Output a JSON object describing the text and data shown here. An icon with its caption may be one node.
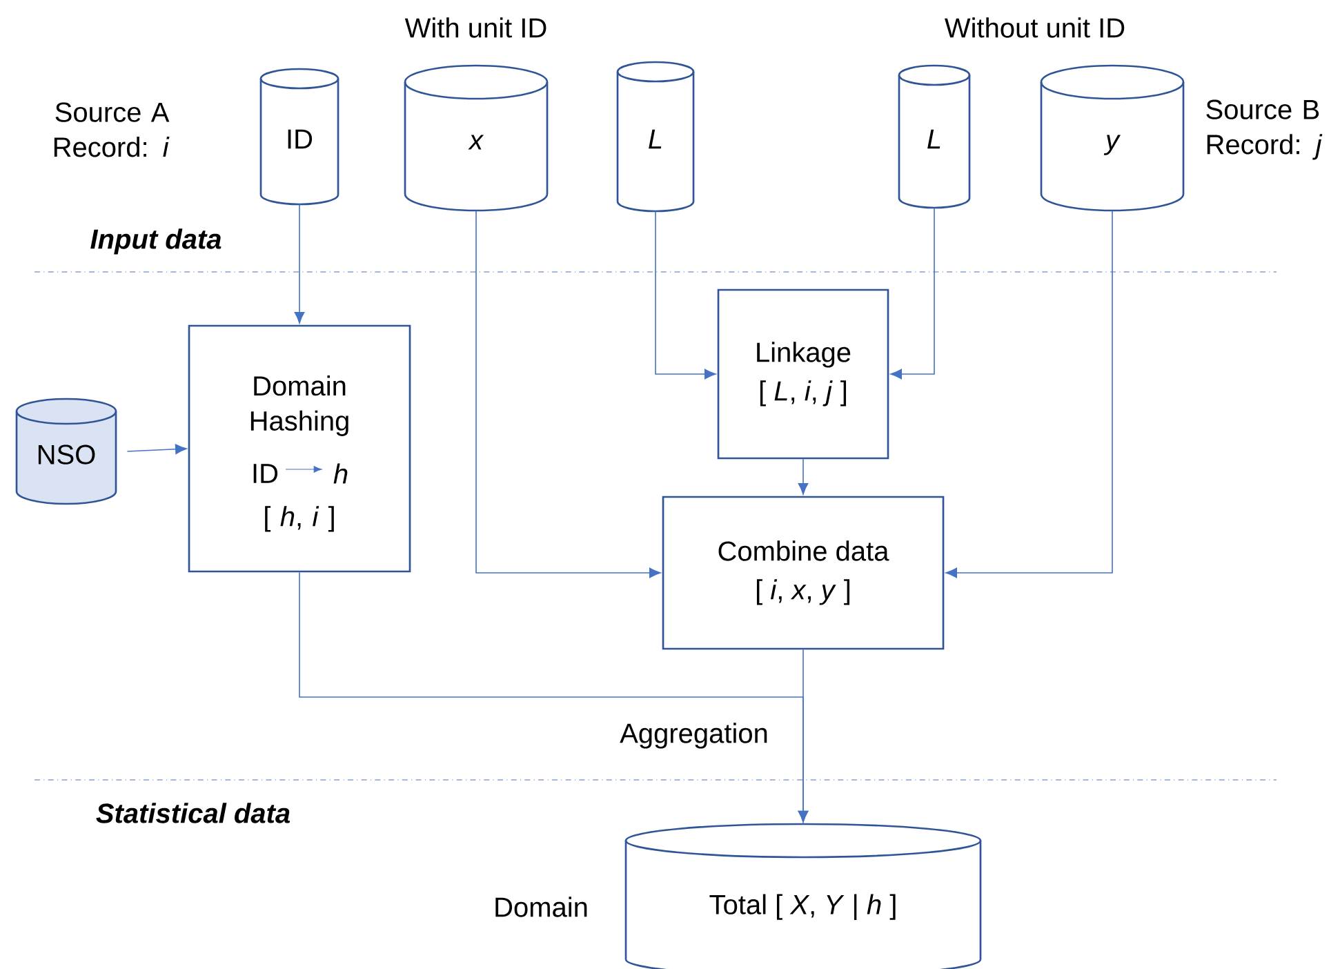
{
  "diagram": {
    "nodes": [
      {
        "text": [
          "ID"
        ],
        "beside": [
          "Source A Record: *i*"
        ]
      },
      {
        "text": [
          "x"
        ]
      },
      {
        "text": [
          "L"
        ]
      },
      {
        "text": [
          "L"
        ]
      },
      {
        "text": [
          "y"
        ],
        "beside": [
          "Source B Record: *j*"
        ]
      },
      {
        "text": [
          "NSO"
        ]
      },
      {
        "text": [
          "Domain Hashing",
          "ID",
          "h",
          "[ *h*, *i* ]"
        ]
      },
      {
        "text": [
          "Linkage",
          "[ *L*, *i*, *j* ]"
        ]
      },
      {
        "text": [
          "Combine data",
          "[ *i*, *x*, *y* ]"
        ]
      },
      {
        "text": [
          "Total [ *X*, *Y* | *h* ]"
        ],
        "beside": [
          "Domain"
        ]
      }
    ],
    "edges": [
      {
        "from": 0,
        "to": 6,
        "arrow": "to"
      },
      {
        "from": 5,
        "to": 6,
        "arrow": "to"
      },
      {
        "from": 2,
        "to": 7,
        "arrow": "to"
      },
      {
        "from": 3,
        "to": 7,
        "arrow": "to"
      },
      {
        "from": 7,
        "to": 8,
        "arrow": "to"
      },
      {
        "from": 1,
        "to": 8,
        "arrow": "to"
      },
      {
        "from": 4,
        "to": 8,
        "arrow": "to"
      },
      {
        "from": 6,
        "to": 9,
        "arrow": "to"
      },
      {
        "from": 8,
        "to": 9,
        "arrow": "to",
        "label": "Aggregation"
      }
    ],
    "labels": [
      "With unit ID",
      "Without unit ID",
      "Input data",
      "Statistical data"
    ]
  }
}
